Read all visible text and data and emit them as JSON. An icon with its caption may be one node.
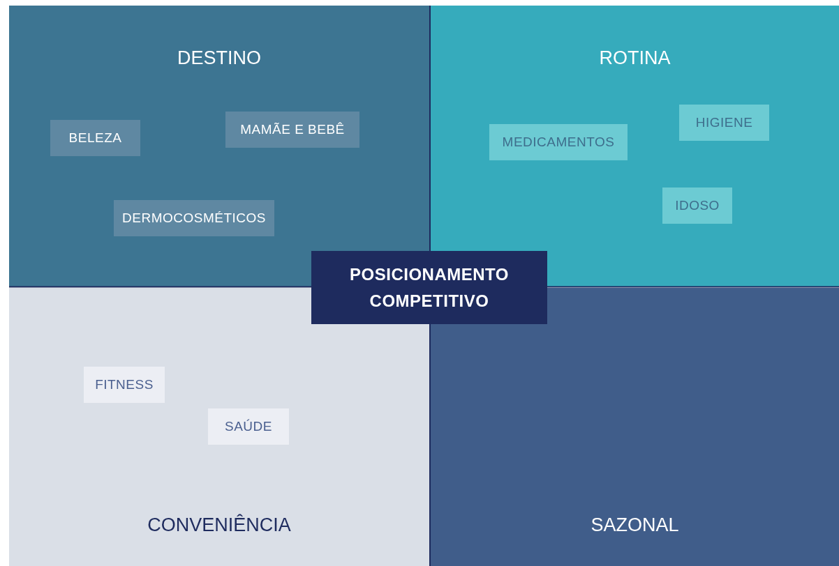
{
  "diagram": {
    "nodes": [
      {
        "text": [
          "DESTINO"
        ]
      },
      {
        "text": [
          "BELEZA"
        ],
        "in": 0
      },
      {
        "text": [
          "MAMÃE E BEBÊ"
        ],
        "in": 0
      },
      {
        "text": [
          "DERMOCOSMÉTICOS"
        ],
        "in": 0
      },
      {
        "text": [
          "ROTINA"
        ]
      },
      {
        "text": [
          "MEDICAMENTOS"
        ],
        "in": 4
      },
      {
        "text": [
          "HIGIENE"
        ],
        "in": 4
      },
      {
        "text": [
          "IDOSO"
        ],
        "in": 4
      },
      {
        "text": [
          "POSICIONAMENTO COMPETITIVO"
        ]
      },
      {
        "text": [
          "CONVENIÊNCIA"
        ]
      },
      {
        "text": [
          "FITNESS"
        ],
        "in": 9
      },
      {
        "text": [
          "SAÚDE"
        ],
        "in": 9
      },
      {
        "text": [
          "SAZONAL"
        ]
      }
    ]
  }
}
